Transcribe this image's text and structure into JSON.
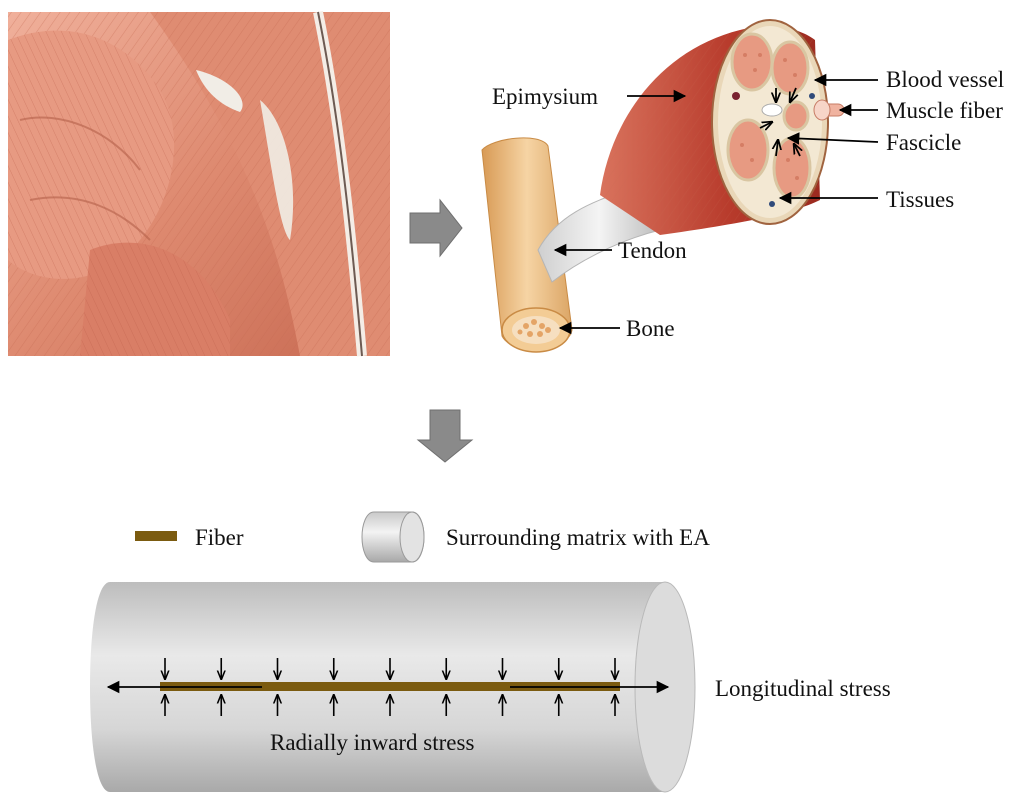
{
  "anatomy": {
    "labels": {
      "epimysium": "Epimysium",
      "blood_vessel": "Blood vessel",
      "muscle_fiber": "Muscle fiber",
      "fascicle": "Fascicle",
      "tissues": "Tissues",
      "tendon": "Tendon",
      "bone": "Bone"
    }
  },
  "legend": {
    "fiber_label": "Fiber",
    "matrix_label": "Surrounding matrix with EA"
  },
  "model": {
    "longitudinal_label": "Longitudinal stress",
    "radial_label": "Radially inward stress",
    "radial_arrow_pairs": 9
  },
  "colors": {
    "muscle": "#e2957c",
    "muscle_dark": "#b7533d",
    "deep_red": "#b73a2b",
    "bone": "#eec48e",
    "fiber": "#7b5b10",
    "cylinder": "#d8d8d8",
    "flow_arrow": "#8a8a8a"
  }
}
